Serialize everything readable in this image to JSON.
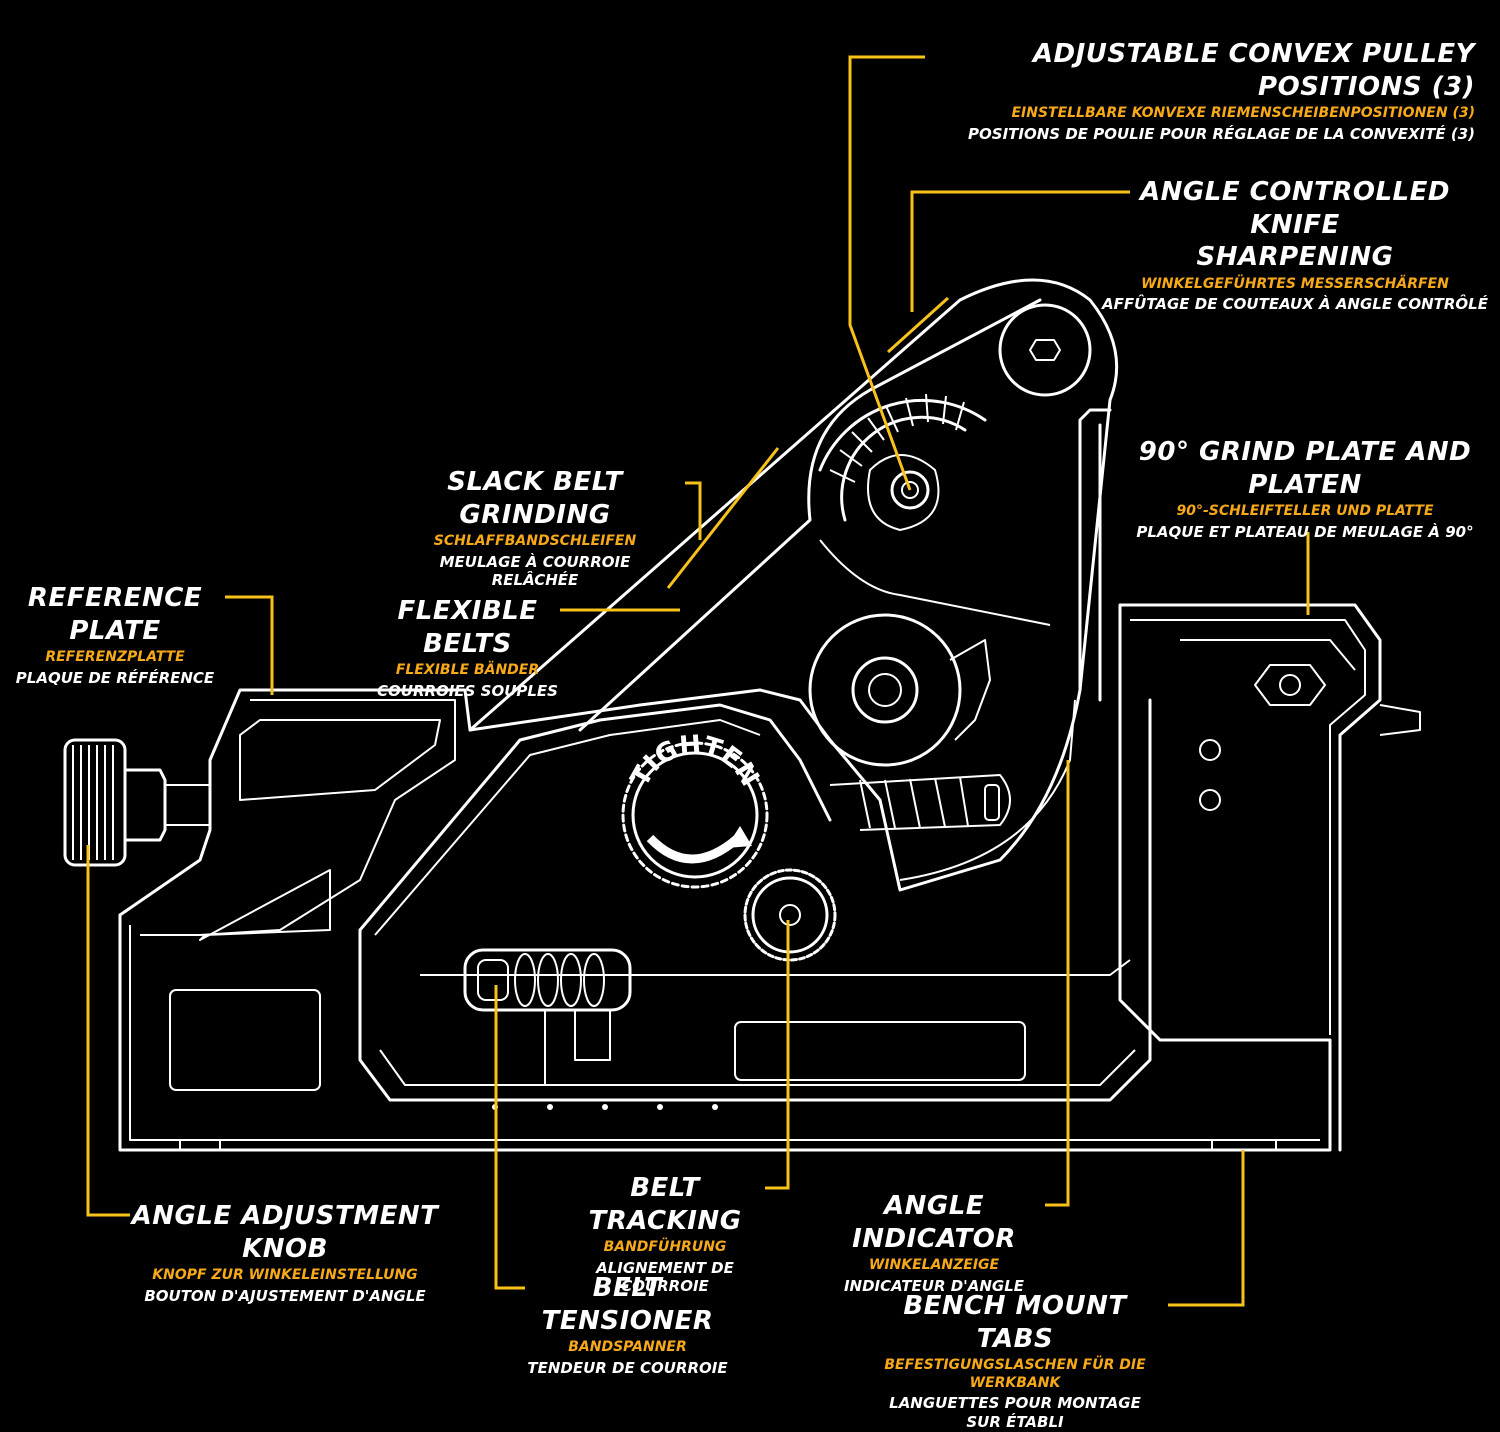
{
  "dial": {
    "label": "TIGHTEN"
  },
  "callouts": {
    "pulley": {
      "en": "ADJUSTABLE CONVEX PULLEY POSITIONS (3)",
      "de": "EINSTELLBARE KONVEXE RIEMENSCHEIBENPOSITIONEN (3)",
      "fr": "POSITIONS DE POULIE POUR RÉGLAGE DE LA CONVEXITÉ (3)"
    },
    "angle_controlled": {
      "en1": "ANGLE CONTROLLED KNIFE",
      "en2": "SHARPENING",
      "de": "WINKELGEFÜHRTES MESSERSCHÄRFEN",
      "fr": "AFFÛTAGE DE COUTEAUX À ANGLE CONTRÔLÉ"
    },
    "grind_plate": {
      "en": "90° GRIND PLATE AND PLATEN",
      "de": "90°-SCHLEIFTELLER UND PLATTE",
      "fr": "PLAQUE ET PLATEAU DE MEULAGE À 90°"
    },
    "slack_belt": {
      "en": "SLACK BELT  GRINDING",
      "de": "SCHLAFFBANDSCHLEIFEN",
      "fr": "MEULAGE À COURROIE RELÂCHÉE"
    },
    "flexible_belts": {
      "en": "FLEXIBLE BELTS",
      "de": "FLEXIBLE BÄNDER",
      "fr": "COURROIES SOUPLES"
    },
    "reference_plate": {
      "en": "REFERENCE PLATE",
      "de": "REFERENZPLATTE",
      "fr": "PLAQUE DE RÉFÉRENCE"
    },
    "angle_knob": {
      "en": "ANGLE ADJUSTMENT KNOB",
      "de": "KNOPF ZUR WINKELEINSTELLUNG",
      "fr": "BOUTON D'AJUSTEMENT D'ANGLE"
    },
    "belt_tracking": {
      "en": "BELT TRACKING",
      "de": "BANDFÜHRUNG",
      "fr": "ALIGNEMENT DE COURROIE"
    },
    "belt_tensioner": {
      "en": "BELT TENSIONER",
      "de": "BANDSPANNER",
      "fr": "TENDEUR DE COURROIE"
    },
    "angle_indicator": {
      "en": "ANGLE INDICATOR",
      "de": "WINKELANZEIGE",
      "fr": "INDICATEUR D'ANGLE"
    },
    "bench_tabs": {
      "en": "BENCH MOUNT TABS",
      "de": "BEFESTIGUNGSLASCHEN FÜR DIE WERKBANK",
      "fr": "LANGUETTES POUR MONTAGE SUR ÉTABLI"
    }
  },
  "colors": {
    "background": "#000000",
    "outline": "#ffffff",
    "leader": "#f7c21a",
    "german_text": "#f7a91a"
  }
}
